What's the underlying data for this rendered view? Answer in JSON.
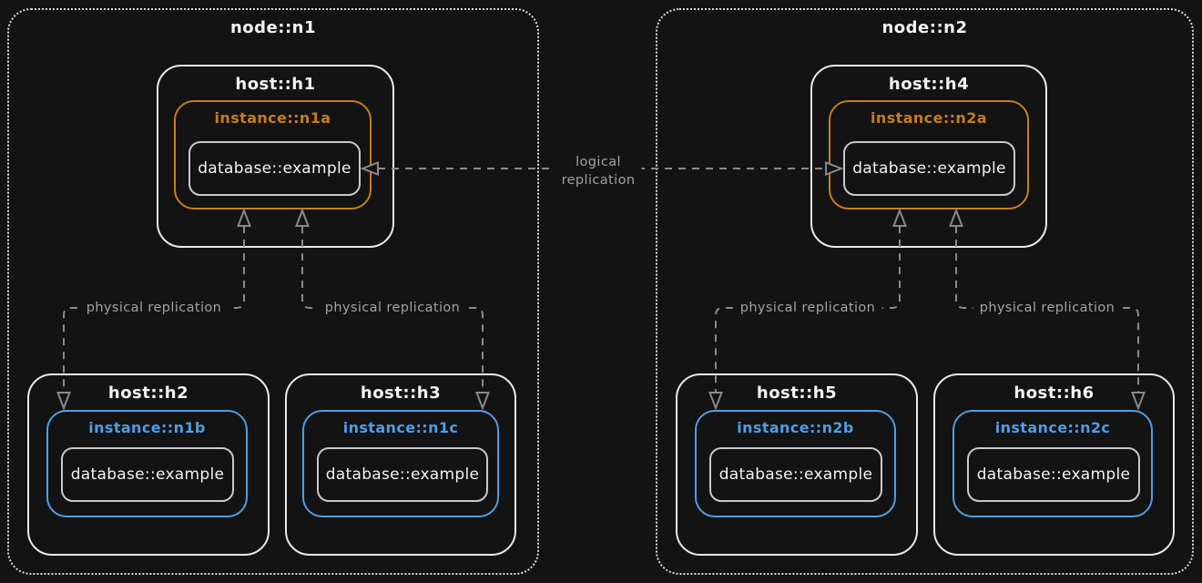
{
  "colors": {
    "bg": "#131313",
    "node-border": "#d9d9d9",
    "host-border": "#e9e9e9",
    "primary": "#c87d1d",
    "replica": "#4f9ee8",
    "db-border": "#c9c9c9",
    "line": "#8a8a8a",
    "conn-label": "#a2a2a2",
    "text": "#f2f2f2"
  },
  "nodes": [
    {
      "label": "node::n1",
      "hosts": [
        {
          "label": "host::h1",
          "instance": {
            "label": "instance::n1a",
            "role": "primary",
            "database": {
              "label": "database::example"
            }
          }
        },
        {
          "label": "host::h2",
          "instance": {
            "label": "instance::n1b",
            "role": "replica",
            "database": {
              "label": "database::example"
            }
          }
        },
        {
          "label": "host::h3",
          "instance": {
            "label": "instance::n1c",
            "role": "replica",
            "database": {
              "label": "database::example"
            }
          }
        }
      ]
    },
    {
      "label": "node::n2",
      "hosts": [
        {
          "label": "host::h4",
          "instance": {
            "label": "instance::n2a",
            "role": "primary",
            "database": {
              "label": "database::example"
            }
          }
        },
        {
          "label": "host::h5",
          "instance": {
            "label": "instance::n2b",
            "role": "replica",
            "database": {
              "label": "database::example"
            }
          }
        },
        {
          "label": "host::h6",
          "instance": {
            "label": "instance::n2c",
            "role": "replica",
            "database": {
              "label": "database::example"
            }
          }
        }
      ]
    }
  ],
  "connections": {
    "logical": {
      "label_line1": "logical",
      "label_line2": "replication",
      "from": "database::example (instance::n1a)",
      "to": "database::example (instance::n2a)",
      "bidirectional": true,
      "style": "dashed"
    },
    "physical": [
      {
        "label": "physical replication",
        "from": "instance::n1a",
        "to": "instance::n1b",
        "bidirectional": true,
        "style": "dashed"
      },
      {
        "label": "physical replication",
        "from": "instance::n1a",
        "to": "instance::n1c",
        "bidirectional": true,
        "style": "dashed"
      },
      {
        "label": "physical replication",
        "from": "instance::n2a",
        "to": "instance::n2b",
        "bidirectional": true,
        "style": "dashed"
      },
      {
        "label": "physical replication",
        "from": "instance::n2a",
        "to": "instance::n2c",
        "bidirectional": true,
        "style": "dashed"
      }
    ]
  }
}
